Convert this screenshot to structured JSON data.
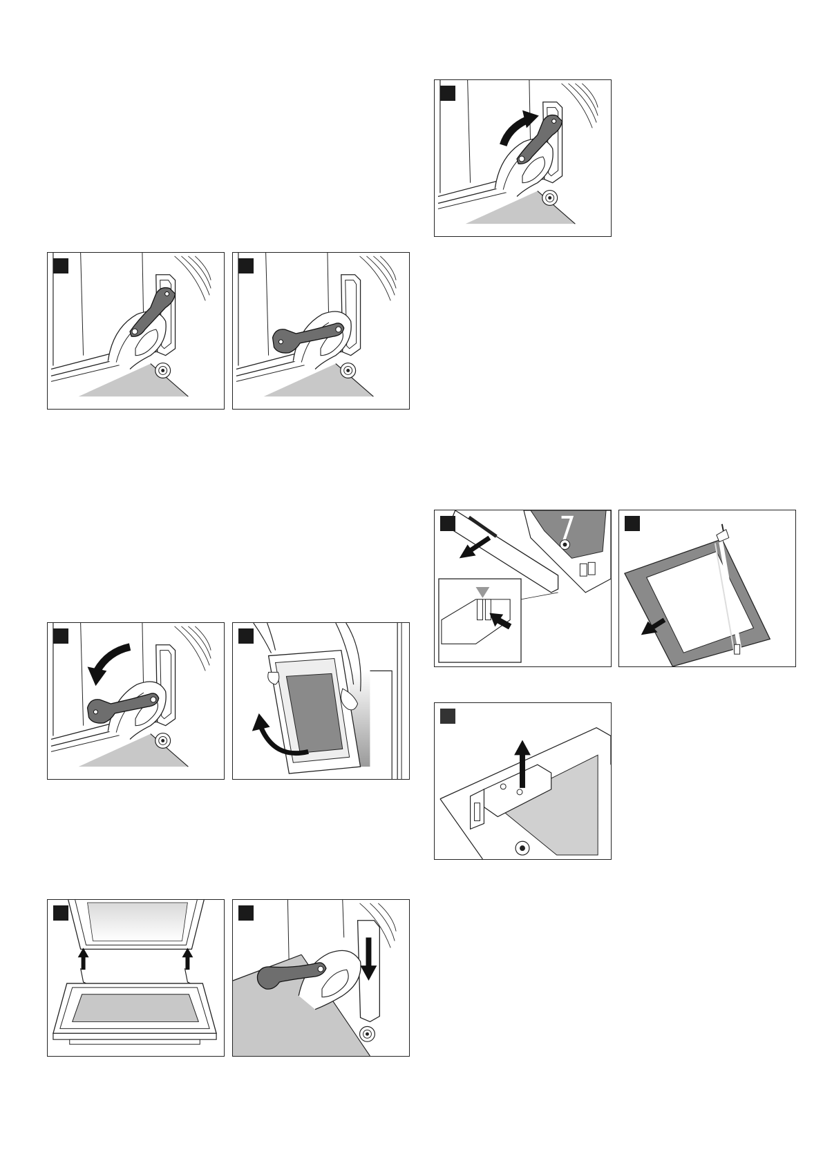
{
  "page": {
    "left_column": {
      "figures": [
        {
          "name": "hinge-lever-closed",
          "icon": "oven-hinge-icon"
        },
        {
          "name": "hinge-lever-open",
          "icon": "oven-hinge-icon"
        },
        {
          "name": "hinge-lever-fold-down",
          "icon": "oven-hinge-icon"
        },
        {
          "name": "door-lift-off",
          "icon": "oven-door-removal-icon"
        },
        {
          "name": "door-hook-in",
          "icon": "oven-door-fitting-icon"
        },
        {
          "name": "hinge-lever-push-down",
          "icon": "oven-hinge-icon"
        }
      ]
    },
    "right_column": {
      "figures": [
        {
          "name": "hinge-lever-fold-up",
          "icon": "oven-hinge-icon"
        },
        {
          "name": "door-trim-removal",
          "icon": "door-trim-icon"
        },
        {
          "name": "inner-pane-pull-out",
          "icon": "glass-pane-icon"
        },
        {
          "name": "pane-clip-lift",
          "icon": "pane-clip-icon"
        }
      ]
    }
  },
  "colors": {
    "outline": "#222222",
    "lever": "#6e6e6e",
    "floor": "#c8c8c8",
    "badge": "#1a1a1a"
  }
}
